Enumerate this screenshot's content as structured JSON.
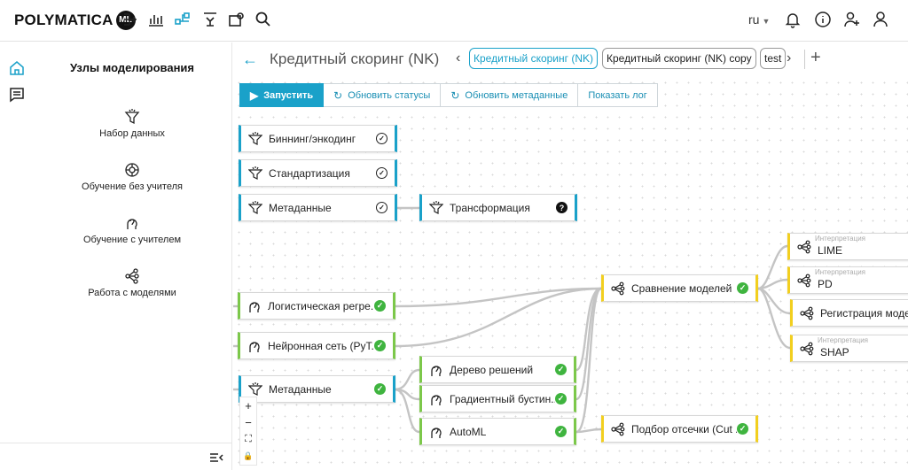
{
  "header": {
    "logo_text": "POLYMATICA",
    "logo_badge": "ML",
    "icons": [
      "add-node-icon",
      "chart-icon",
      "workflow-icon",
      "model-icon",
      "settings-icon",
      "search-icon"
    ],
    "language": "ru",
    "right_icons": [
      "bell-icon",
      "info-icon",
      "add-user-icon",
      "user-icon"
    ]
  },
  "sidebar": {
    "title": "Узлы моделирования",
    "items": [
      {
        "label": "Набор данных",
        "icon": "dataset-icon"
      },
      {
        "label": "Обучение без учителя",
        "icon": "unsupervised-icon"
      },
      {
        "label": "Обучение с учителем",
        "icon": "supervised-icon"
      },
      {
        "label": "Работа с моделями",
        "icon": "models-icon"
      }
    ]
  },
  "project": {
    "title": "Кредитный скоринг (NK)",
    "tabs": [
      {
        "label": "Кредитный скоринг (NK)",
        "active": true
      },
      {
        "label": "Кредитный скоринг (NK) copy",
        "active": false
      },
      {
        "label": "test",
        "active": false
      }
    ]
  },
  "toolbar": {
    "run": "Запустить",
    "refresh_status": "Обновить статусы",
    "refresh_meta": "Обновить метаданные",
    "show_log": "Показать лог"
  },
  "nodes": {
    "binning": {
      "label": "Биннинг/энкодинг",
      "status": "done"
    },
    "standard": {
      "label": "Стандартизация",
      "status": "done"
    },
    "meta1": {
      "label": "Метаданные",
      "status": "done"
    },
    "transform": {
      "label": "Трансформация",
      "status": "unknown"
    },
    "logreg": {
      "label": "Логистическая регре...",
      "status": "success"
    },
    "neural": {
      "label": "Нейронная сеть (PyT...",
      "status": "success"
    },
    "meta2": {
      "label": "Метаданные",
      "status": "success"
    },
    "tree": {
      "label": "Дерево решений",
      "status": "success"
    },
    "gboost": {
      "label": "Градиентный бустин...",
      "status": "success"
    },
    "automl": {
      "label": "AutoML",
      "status": "success"
    },
    "compare": {
      "label": "Сравнение моделей",
      "status": "success"
    },
    "cutoff": {
      "label": "Подбор отсечки (Cut ...",
      "status": "success"
    },
    "lime": {
      "label": "LIME",
      "sublabel": "Интерпретация"
    },
    "pd": {
      "label": "PD",
      "sublabel": "Интерпретация"
    },
    "registry": {
      "label": "Регистрация модели"
    },
    "shap": {
      "label": "SHAP",
      "sublabel": "Интерпретация"
    }
  },
  "zoom_controls": [
    "+",
    "−",
    "⛶",
    "🔒"
  ],
  "colors": {
    "accent": "#1aa1c9",
    "success": "#3fb43f",
    "supervised": "#7cc84a",
    "models": "#f2cf1f"
  }
}
